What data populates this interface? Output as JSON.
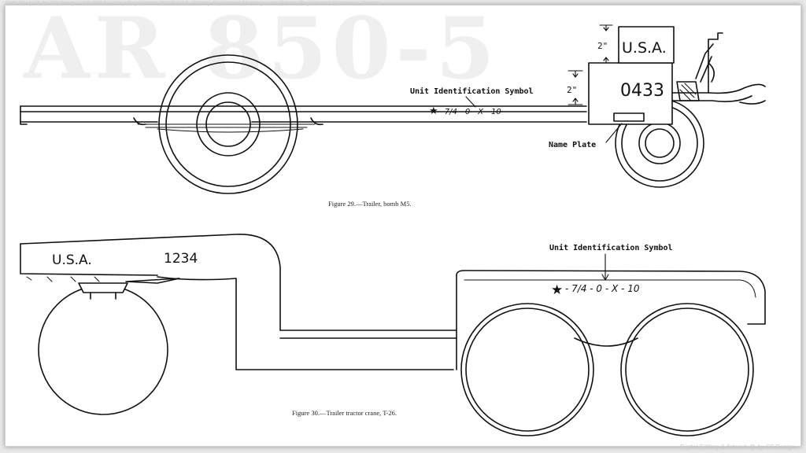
{
  "header_strip": "Web Study @ by C0 Design / AR-850-5 / Army Regulations 850-5 / U.S. Military Equipment Markings and Vehicle Registration Numbers / Trailers",
  "watermark": "AR 850-5",
  "footer_strip": "Digital Editing & Artwork @ by C0 Design",
  "figure29": {
    "caption": "Figure 29.—Trailer, bomb M5.",
    "unit_symbol_label": "Unit Identification Symbol",
    "unit_symbol_code": "- 7/4 - 0 - X - 10",
    "usa_plate": "U.S.A.",
    "registration": "0433",
    "dim_top": "2\"",
    "dim_side": "2\"",
    "name_plate_label": "Name Plate"
  },
  "figure30": {
    "caption": "Figure 30.—Trailer tractor crane, T-26.",
    "usa": "U.S.A.",
    "registration": "1234",
    "unit_symbol_label": "Unit Identification Symbol",
    "unit_symbol_code": "- 7/4 - 0 - X - 10"
  }
}
